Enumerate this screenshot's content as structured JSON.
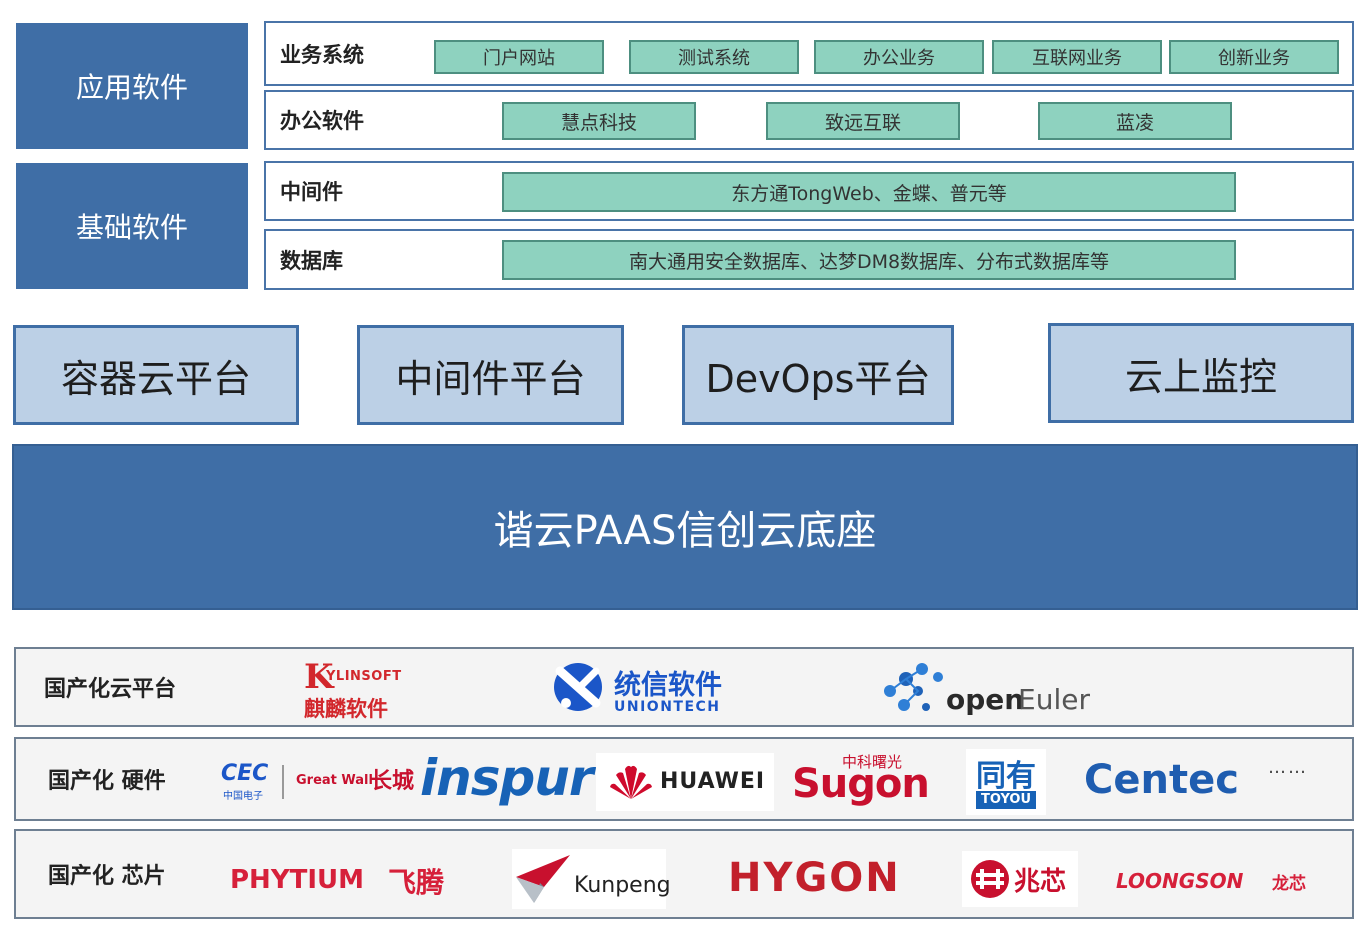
{
  "app_software": {
    "title": "应用软件",
    "rows": [
      {
        "label": "业务系统",
        "items": [
          "门户网站",
          "测试系统",
          "办公业务",
          "互联网业务",
          "创新业务"
        ]
      },
      {
        "label": "办公软件",
        "items": [
          "慧点科技",
          "致远互联",
          "蓝凌"
        ]
      }
    ]
  },
  "base_software": {
    "title": "基础软件",
    "rows": [
      {
        "label": "中间件",
        "items": [
          "东方通TongWeb、金蝶、普元等"
        ]
      },
      {
        "label": "数据库",
        "items": [
          "南大通用安全数据库、达梦DM8数据库、分布式数据库等"
        ]
      }
    ]
  },
  "platforms": [
    "容器云平台",
    "中间件平台",
    "DevOps平台",
    "云上监控"
  ],
  "base_title": "谐云PAAS信创云底座",
  "domestic": {
    "cloud": {
      "label": "国产化云平台",
      "kylin_top": "YLINSOFT",
      "kylin_k": "K",
      "kylin_cn": "麒麟软件",
      "uos_cn": "统信软件",
      "uos_en": "UNIONTECH",
      "openeuler_open": "open",
      "openeuler_euler": "Euler"
    },
    "hardware": {
      "label": "国产化 硬件",
      "cec": "CEC",
      "cec_cn": "中国电子",
      "greatwall": "Great Wall",
      "greatwall_cn": "长城",
      "inspur": "inspur",
      "huawei": "HUAWEI",
      "sugon_cn": "中科曙光",
      "sugon": "Sugon",
      "toyou_cn": "同有",
      "toyou": "TOYOU",
      "centec": "Centec",
      "more": "……"
    },
    "chip": {
      "label": "国产化 芯片",
      "phytium": "PHYTIUM",
      "phytium_cn": "飞腾",
      "kunpeng": "Kunpeng",
      "hygon": "HYGON",
      "zhaoxin": "兆芯",
      "loongson": "LOONGSON",
      "loongson_cn": "龙芯"
    }
  },
  "colors": {
    "primary": "#3f6ea6",
    "platform_fill": "#bcd0e6",
    "green": "#8ed2bf",
    "kylin_red": "#d2272c",
    "uos_blue": "#1b56c8",
    "inspur_blue": "#1762b6",
    "huawei_red": "#cf0a2c",
    "sugon_red": "#c8102e",
    "centec_blue": "#1f5db0",
    "phytium_red": "#d6203a",
    "hygon_red": "#c2202b",
    "loongson_red": "#d6203a"
  }
}
